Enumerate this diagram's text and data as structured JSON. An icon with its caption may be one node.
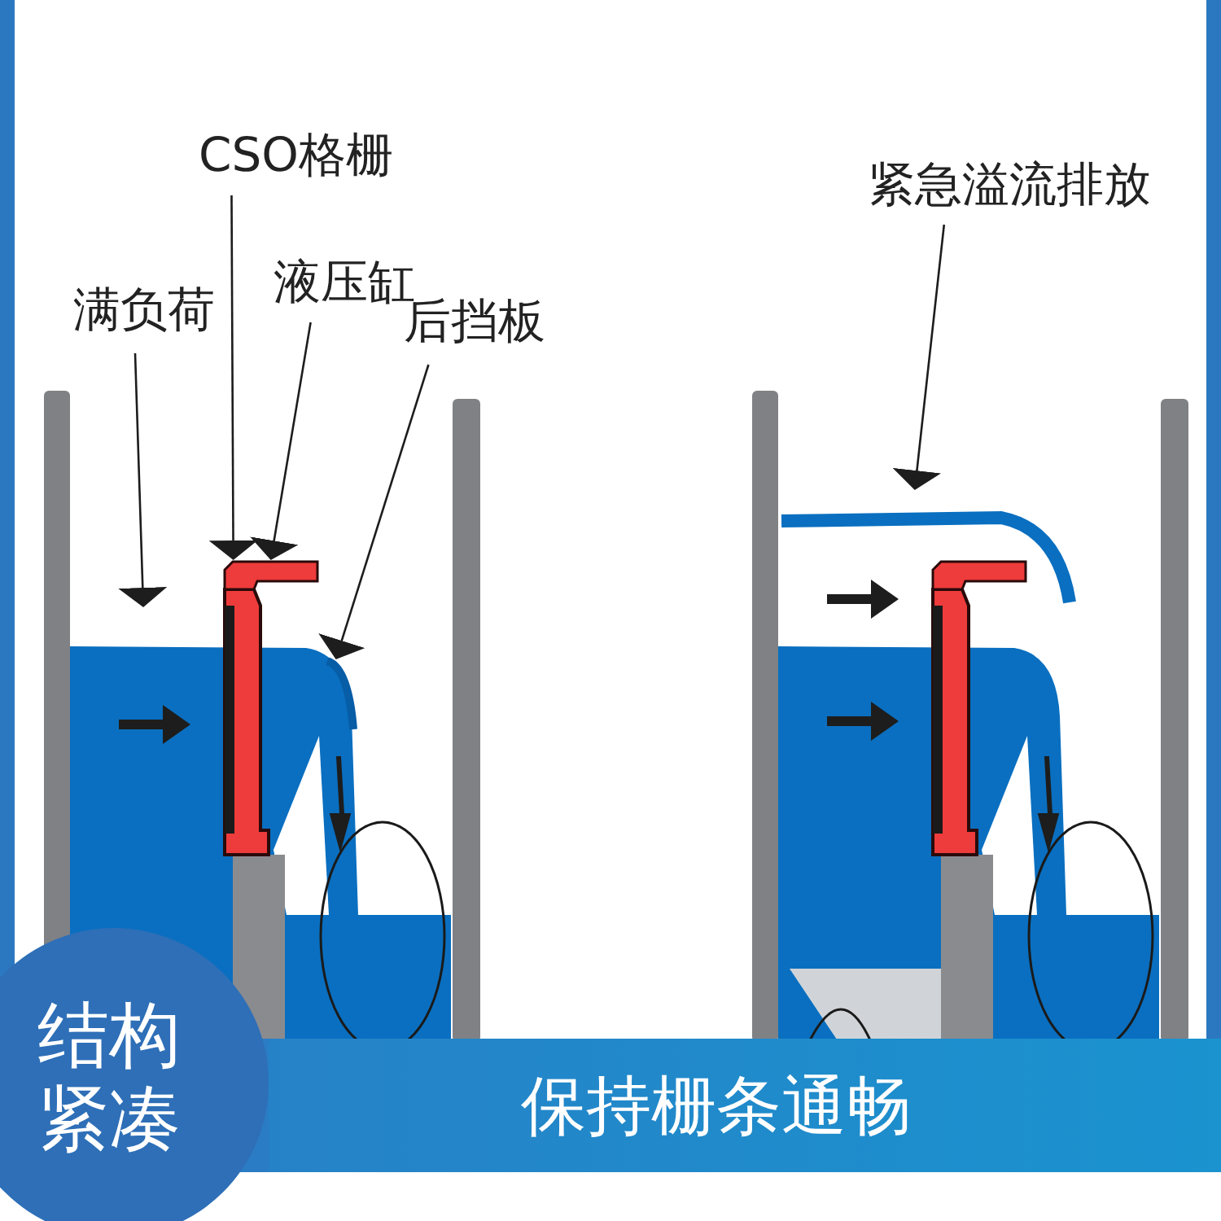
{
  "diagram": {
    "nodes": [
      {
        "text": [
          "满负荷"
        ]
      },
      {
        "text": [
          "CSO格栅"
        ]
      },
      {
        "text": [
          "液压缸"
        ]
      },
      {
        "text": [
          "后挡板"
        ]
      },
      {
        "text": [],
        "shape": "bar"
      },
      {
        "text": [
          "紧急溢流排放"
        ]
      },
      {
        "text": [
          "结构紧凑"
        ]
      },
      {
        "text": [
          "保持栅条通畅"
        ]
      },
      {
        "text": [],
        "shape": "bar"
      }
    ],
    "edges": [
      {
        "from": 0,
        "to": null,
        "arrow": "to"
      },
      {
        "from": 1,
        "to": 4,
        "arrow": "to"
      },
      {
        "from": 2,
        "to": 4,
        "arrow": "to"
      },
      {
        "from": 3,
        "to": 8,
        "arrow": "to"
      },
      {
        "from": 5,
        "to": null,
        "arrow": "to"
      }
    ]
  }
}
